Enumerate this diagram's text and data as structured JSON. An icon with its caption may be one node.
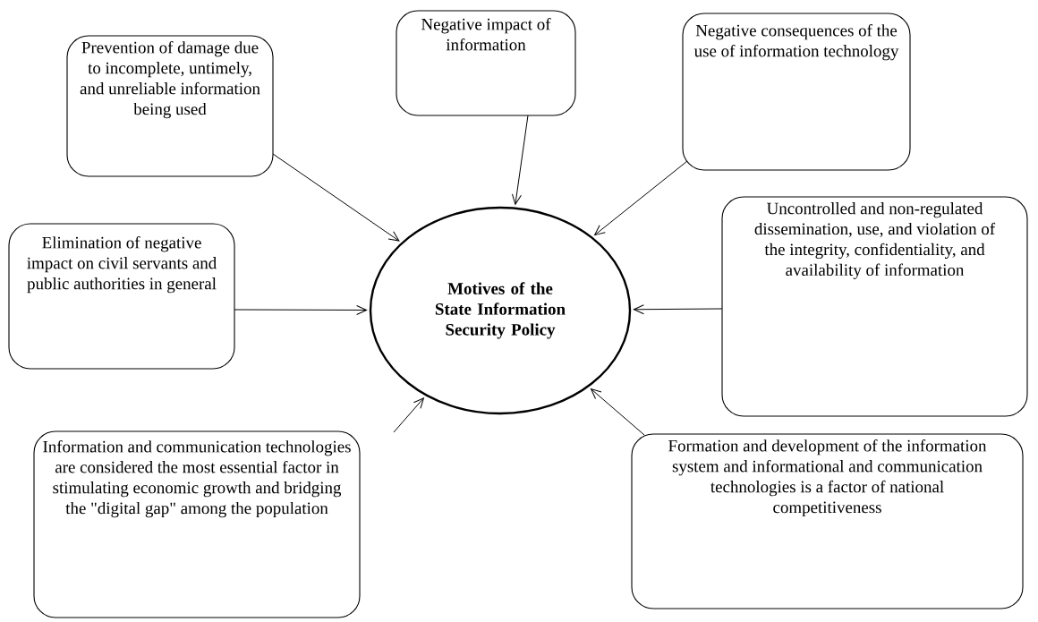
{
  "diagram": {
    "nodes": [
      {
        "text": [
          "Prevention of damage due to incomplete, untimely, and unreliable information being used"
        ]
      },
      {
        "text": [
          "Negative impact of information"
        ]
      },
      {
        "text": [
          "Negative consequences of the use of information technology"
        ]
      },
      {
        "text": [
          "Elimination of negative impact on civil servants and public authorities in general"
        ]
      },
      {
        "text": [
          "**Motives of the State Information Security Policy**"
        ]
      },
      {
        "text": [
          "Uncontrolled and non-regulated dissemination, use, and violation of the integrity, confidentiality, and availability of information"
        ]
      },
      {
        "text": [
          "Information and communication technologies are considered the most essential factor in stimulating economic growth and bridging the \"digital gap\" among the population"
        ]
      },
      {
        "text": [
          "Formation and development of the information system and informational and communication technologies is a factor of national competitiveness"
        ]
      }
    ],
    "edges": [
      {
        "from": 0,
        "to": 4,
        "arrow": "to"
      },
      {
        "from": 1,
        "to": 4,
        "arrow": "to"
      },
      {
        "from": 2,
        "to": 4,
        "arrow": "to"
      },
      {
        "from": 3,
        "to": 4,
        "arrow": "to"
      },
      {
        "from": 5,
        "to": 4,
        "arrow": "to"
      },
      {
        "from": 6,
        "to": 4,
        "arrow": "to"
      },
      {
        "from": 7,
        "to": 4,
        "arrow": "to"
      }
    ]
  }
}
